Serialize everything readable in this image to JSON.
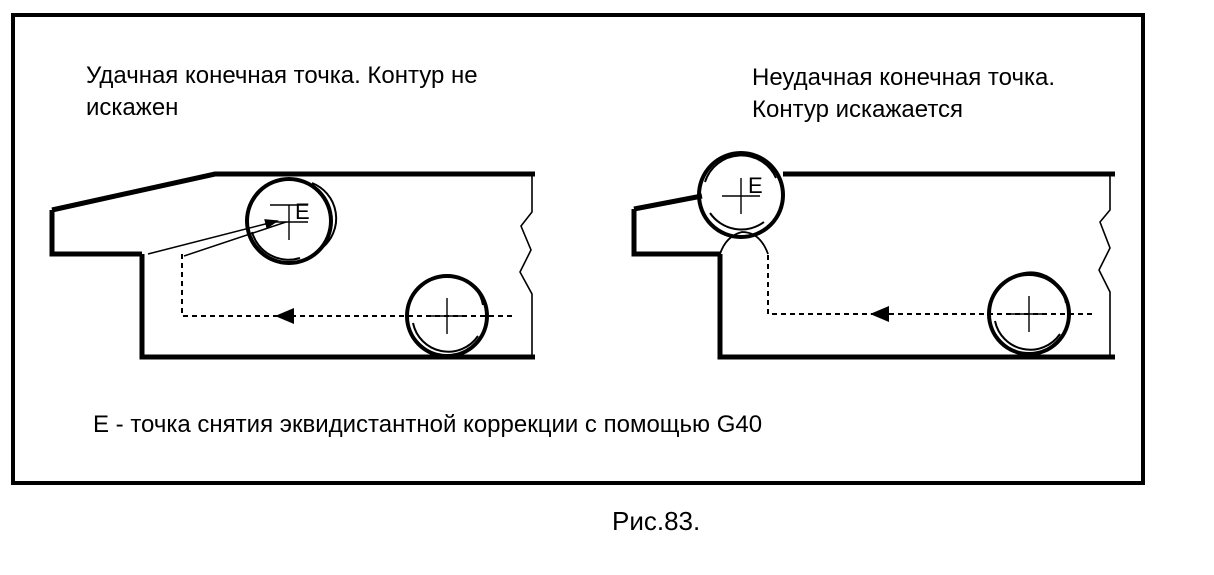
{
  "left_panel": {
    "caption": "Удачная конечная точка. Контур не\nискажен",
    "point_label": "E"
  },
  "right_panel": {
    "caption": "Неудачная конечная точка.\nКонтур искажается",
    "point_label": "E"
  },
  "legend": "E - точка снятия эквидистантной коррекции с помощью G40",
  "figure_label": "Рис.83."
}
